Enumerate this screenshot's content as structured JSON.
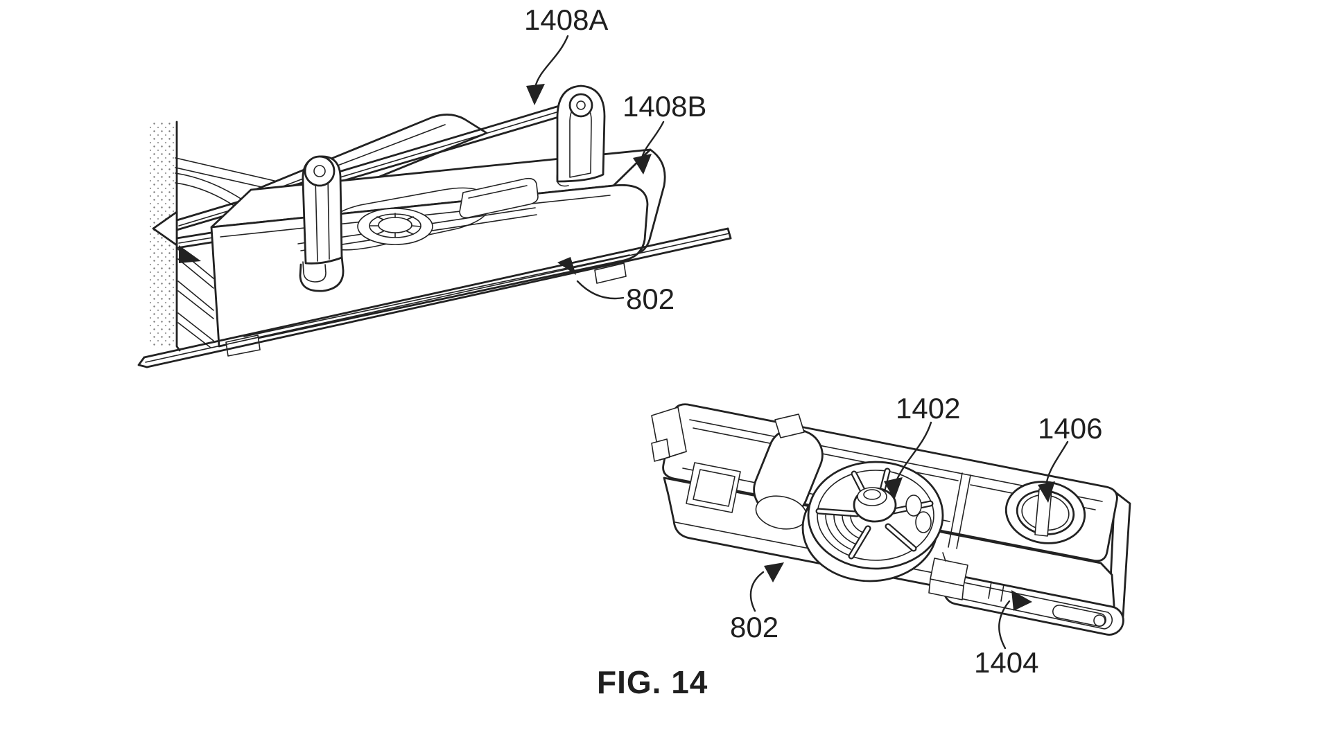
{
  "figure": {
    "caption": "FIG. 14",
    "labels": {
      "top_1408A": "1408A",
      "top_1408B": "1408B",
      "top_802": "802",
      "bottom_1402": "1402",
      "bottom_1406": "1406",
      "bottom_802": "802",
      "bottom_1404": "1404"
    },
    "colors": {
      "ink": "#222222",
      "paper": "#ffffff"
    }
  }
}
